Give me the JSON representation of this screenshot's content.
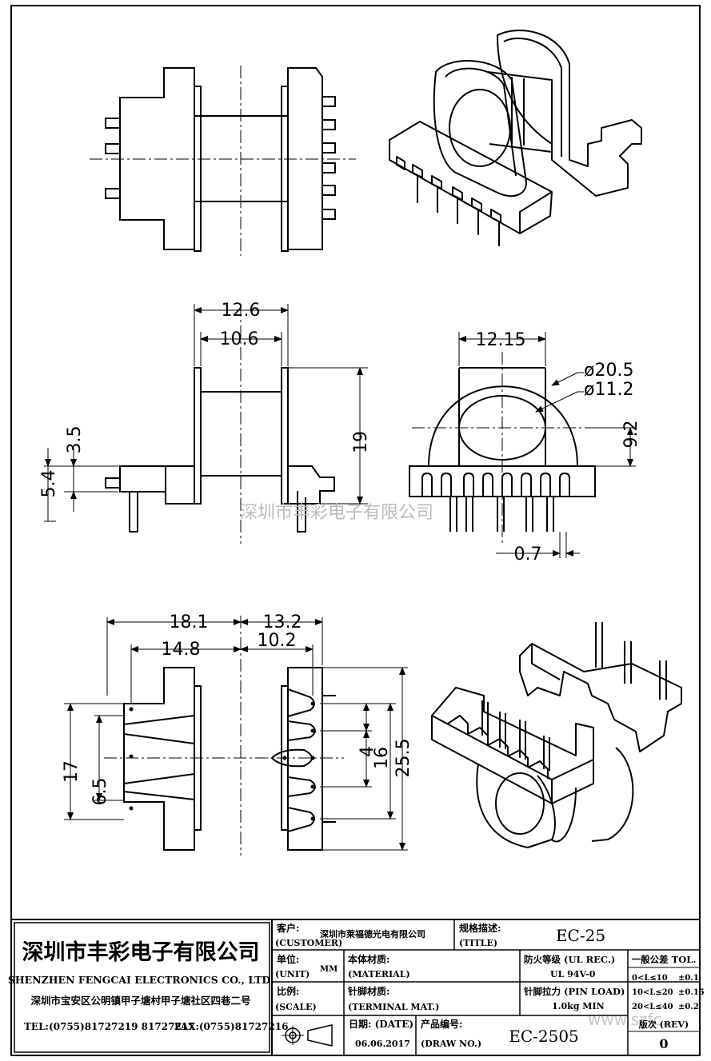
{
  "drawing": {
    "dimensions": {
      "w_12_6": "12.6",
      "w_10_6": "10.6",
      "h_3_5": "3.5",
      "h_5_4": "5.4",
      "h_19": "19",
      "w_12_15": "12.15",
      "d_20_5": "ø20.5",
      "d_11_2": "ø11.2",
      "h_9_2": "9.2",
      "w_0_7": "0.7",
      "w_18_1": "18.1",
      "w_14_8": "14.8",
      "w_13_2": "13.2",
      "w_10_2": "10.2",
      "h_17": "17",
      "h_6_5": "6.5",
      "h_4": "4",
      "h_16": "16",
      "h_25_5": "25.5"
    },
    "watermark": "深圳市丰彩电子有限公司",
    "website": "www.szfc..."
  },
  "title_block": {
    "company_cn": "深圳市丰彩电子有限公司",
    "company_en": "SHENZHEN FENGCAI ELECTRONICS CO., LTD.",
    "address": "深圳市宝安区公明镇甲子塘村甲子塘社区四巷二号",
    "tel": "TEL:(0755)81727219  81727217",
    "fax": "FAX:(0755)81727216",
    "customer_label": "客户:",
    "customer_label_en": "(CUSTOMER)",
    "customer_value": "深圳市莱福德光电有限公司",
    "title_label": "规格描述:",
    "title_label_en": "(TITLE)",
    "title_value": "EC-25",
    "unit_label": "单位:",
    "unit_label_en": "(UNIT)",
    "unit_value": "MM",
    "material_label": "本体材质:",
    "material_label_en": "(MATERIAL)",
    "fire_label": "防火等级 (UL REC.)",
    "fire_value": "UL 94V-0",
    "tolerance_label": "一般公差 TOL.",
    "tolerance_rows": [
      {
        "range": "0<L≤10",
        "tol": "±0.1"
      },
      {
        "range": "10<L≤20",
        "tol": "±0.15"
      },
      {
        "range": "20<L≤40",
        "tol": "±0.2"
      }
    ],
    "scale_label": "比例:",
    "scale_label_en": "(SCALE)",
    "terminal_label": "针脚材质:",
    "terminal_label_en": "(TERMINAL MAT.)",
    "pin_load_label": "针脚拉力 (PIN LOAD)",
    "pin_load_value": "1.0kg MIN",
    "date_label": "日期: (DATE)",
    "date_value": "06.06.2017",
    "drawno_label": "产品编号:",
    "drawno_label_en": "(DRAW NO.)",
    "drawno_value": "EC-2505",
    "rev_label": "版次 (REV)",
    "rev_value": "0"
  }
}
